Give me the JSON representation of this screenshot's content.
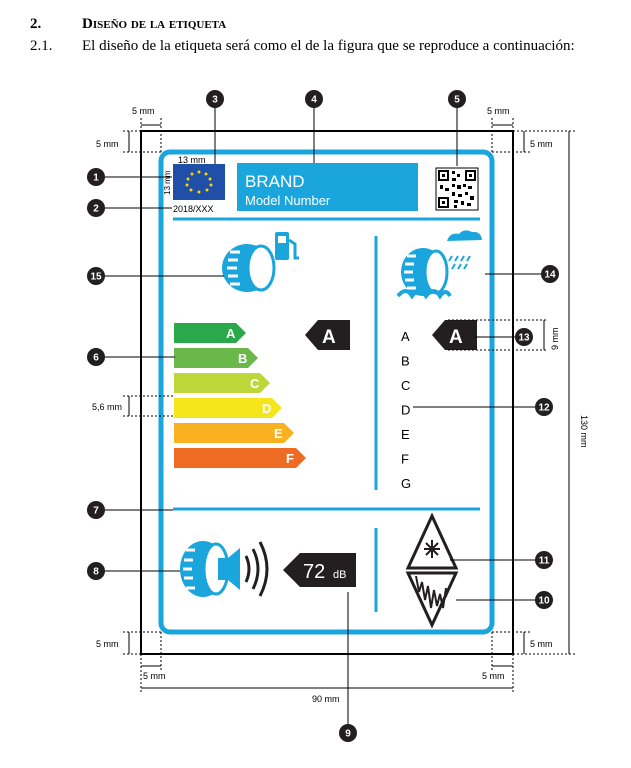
{
  "section": {
    "number": "2.",
    "title": "Diseño de la etiqueta"
  },
  "paragraph": {
    "number": "2.1.",
    "text": "El diseño de la etiqueta será como el de la figura que se reproduce a continuación:"
  },
  "label": {
    "brand": "BRAND",
    "model": "Model Number",
    "regulation": "2018/XXX",
    "eu_flag_dim_h": "13 mm",
    "eu_flag_dim_v": "13 mm",
    "fuel_class": "A",
    "wet_grip_class": "A",
    "energy_scale": [
      "A",
      "B",
      "C",
      "D",
      "E",
      "F"
    ],
    "energy_colors": [
      "#2aa84a",
      "#6ab74a",
      "#bdd63a",
      "#f5e61c",
      "#f9b122",
      "#ee6b24"
    ],
    "wet_scale": [
      "A",
      "B",
      "C",
      "D",
      "E",
      "F",
      "G"
    ],
    "noise_value": "72",
    "noise_unit": "dB",
    "accent_color": "#1aa6dd",
    "icons": [
      "eu-flag-icon",
      "qr-code-icon",
      "tyre-fuel-icon",
      "tyre-rain-icon",
      "tyre-noise-icon",
      "snow-mountain-icon",
      "ice-icon"
    ]
  },
  "dimensions": {
    "margin_top_left": "5 mm",
    "margin_top_right": "5 mm",
    "margin_left_top": "5 mm",
    "margin_right_top": "5 mm",
    "margin_left_bottom": "5 mm",
    "margin_right_bottom": "5 mm",
    "margin_bottom_left": "5 mm",
    "margin_bottom_right": "5 mm",
    "bar_height": "5,6 mm",
    "arrow_height": "9 mm",
    "total_width": "90 mm",
    "total_height": "130 mm"
  },
  "callouts": [
    "1",
    "2",
    "3",
    "4",
    "5",
    "6",
    "7",
    "8",
    "9",
    "10",
    "11",
    "12",
    "13",
    "14",
    "15"
  ]
}
